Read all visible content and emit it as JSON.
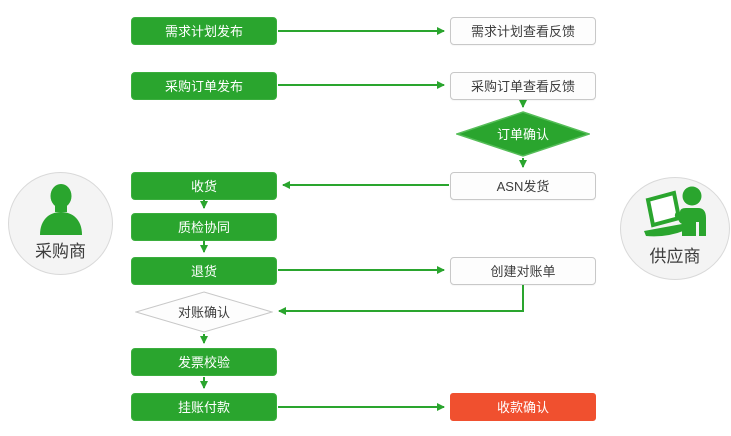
{
  "diagram": {
    "actors": {
      "buyer": {
        "label": "采购商"
      },
      "supplier": {
        "label": "供应商"
      }
    },
    "nodes": {
      "demand_plan_publish": {
        "label": "需求计划发布",
        "type": "process",
        "style": "green"
      },
      "demand_plan_feedback": {
        "label": "需求计划查看反馈",
        "type": "process",
        "style": "white"
      },
      "po_publish": {
        "label": "采购订单发布",
        "type": "process",
        "style": "green"
      },
      "po_feedback": {
        "label": "采购订单查看反馈",
        "type": "process",
        "style": "white"
      },
      "order_confirm": {
        "label": "订单确认",
        "type": "decision",
        "style": "green"
      },
      "receive": {
        "label": "收货",
        "type": "process",
        "style": "green"
      },
      "asn_ship": {
        "label": "ASN发货",
        "type": "process",
        "style": "white"
      },
      "quality_collab": {
        "label": "质检协同",
        "type": "process",
        "style": "green"
      },
      "return_goods": {
        "label": "退货",
        "type": "process",
        "style": "green"
      },
      "create_statement": {
        "label": "创建对账单",
        "type": "process",
        "style": "white"
      },
      "statement_confirm": {
        "label": "对账确认",
        "type": "decision",
        "style": "white"
      },
      "invoice_check": {
        "label": "发票校验",
        "type": "process",
        "style": "green"
      },
      "payment": {
        "label": "挂账付款",
        "type": "process",
        "style": "green"
      },
      "receipt_confirm": {
        "label": "收款确认",
        "type": "process",
        "style": "red"
      }
    },
    "colors": {
      "process_green": "#2aa52e",
      "highlight_red": "#f0502f",
      "box_border": "#c8c8c8",
      "text_dark": "#3d3d3d",
      "connector_green": "#2aa52e"
    }
  }
}
